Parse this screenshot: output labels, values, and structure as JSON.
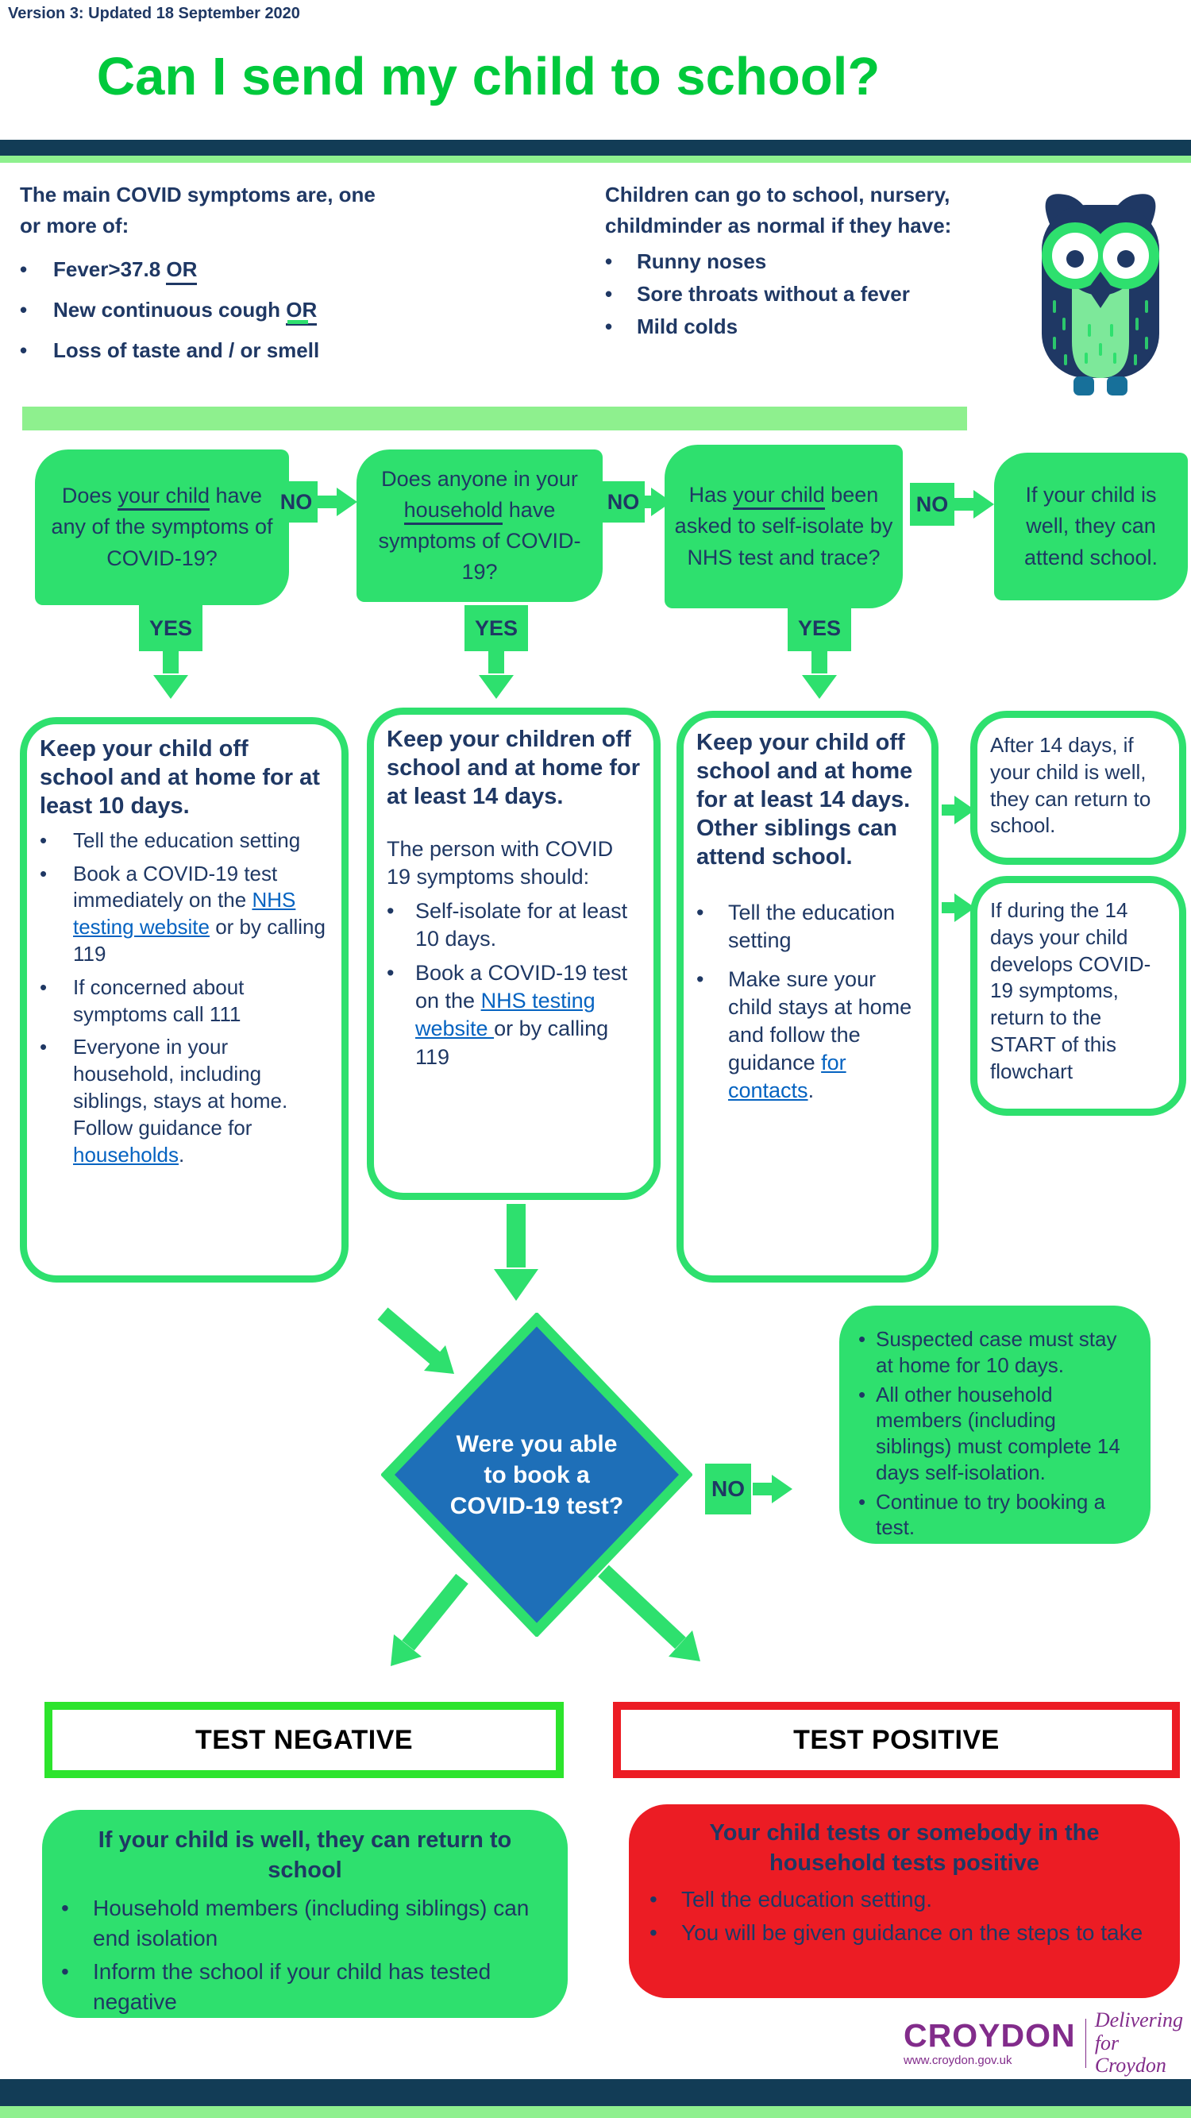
{
  "meta": {
    "version_line": "Version 3: Updated 18 September 2020",
    "title": "Can I send my child to school?"
  },
  "symptoms": {
    "heading": "The main COVID symptoms are, one or more of:",
    "b1_pre": "Fever>37.8 ",
    "b1_u": "OR",
    "b2_pre": "New continuous cough ",
    "b2_u": "OR",
    "b3": "Loss of taste and / or smell"
  },
  "attend": {
    "heading": "Children can go to school, nursery, childminder as normal if they have:",
    "b1": "Runny noses",
    "b2": "Sore throats without a fever",
    "b3": "Mild colds"
  },
  "row1": {
    "no": "NO",
    "yes": "YES",
    "q1_pre": "Does ",
    "q1_u": "your child",
    "q1_post": " have any of the symptoms of COVID-19?",
    "q2_pre": "Does anyone in your ",
    "q2_u": "household",
    "q2_post": " have symptoms of COVID-19?",
    "q3_pre": "Has ",
    "q3_u": "your child",
    "q3_post": " been asked to self-isolate by NHS test and trace?",
    "a4": "If your child is well, they can attend school."
  },
  "row2": {
    "box1": {
      "title": "Keep your child off school and at home for at least 10 days.",
      "b1": "Tell the education setting",
      "b2_pre": "Book a COVID-19 test immediately on the ",
      "b2_link": "NHS testing website",
      "b2_post": " or by calling 119",
      "b3": "If concerned about symptoms call 111",
      "b4_pre": " Everyone in your household, including siblings, stays at home. Follow guidance for ",
      "b4_link": "households",
      "b4_post": "."
    },
    "box2": {
      "title": "Keep your children off school and at home for at least 14 days.",
      "intro": "The  person with COVID 19 symptoms should:",
      "b1": "Self-isolate for at least 10 days.",
      "b2_pre": "Book a COVID-19 test on the ",
      "b2_link": "NHS testing website ",
      "b2_post": "or by calling 119"
    },
    "box3": {
      "title": "Keep your child off school and at home for at least 14 days. Other siblings can attend school.",
      "b1": "Tell the education setting",
      "b2_pre": "Make sure your child stays at home and follow the guidance ",
      "b2_link": "for contacts",
      "b2_post": "."
    },
    "box4a": "After 14 days, if your child is well, they can return to school.",
    "box4b": "If during the 14 days your child develops COVID-19 symptoms, return to the START of this flowchart"
  },
  "decision": {
    "diamond": "Were you able to book a COVID-19 test?",
    "no": "NO",
    "b1": "Suspected  case must stay at home for 10 days.",
    "b2": "All other household members (including siblings) must complete 14 days self-isolation.",
    "b3": "Continue to try booking a test."
  },
  "outcomes": {
    "negative_header": "TEST NEGATIVE",
    "positive_header": "TEST POSITIVE",
    "negative_title": "If your child is well, they can return to school",
    "negative_b1": "Household members (including siblings) can end isolation",
    "negative_b2": "Inform the school if your child has tested negative",
    "positive_title": "Your child tests or somebody in the household tests positive",
    "positive_b1": "Tell the education setting.",
    "positive_b2": "You will be given guidance on the steps to take"
  },
  "logo": {
    "name": "CROYDON",
    "url": "www.croydon.gov.uk",
    "tag1": "Delivering",
    "tag2": "for Croydon"
  },
  "colors": {
    "green": "#2ee06e",
    "lime_border": "#2ce42c",
    "title_green": "#00c93c",
    "navy": "#1f3864",
    "diamond_blue": "#1e6fb8",
    "red": "#ec1c24",
    "link_blue": "#0563c1",
    "pale_green": "#8ef08e",
    "footer_navy": "#123c56",
    "croydon_purple": "#822c8b"
  }
}
